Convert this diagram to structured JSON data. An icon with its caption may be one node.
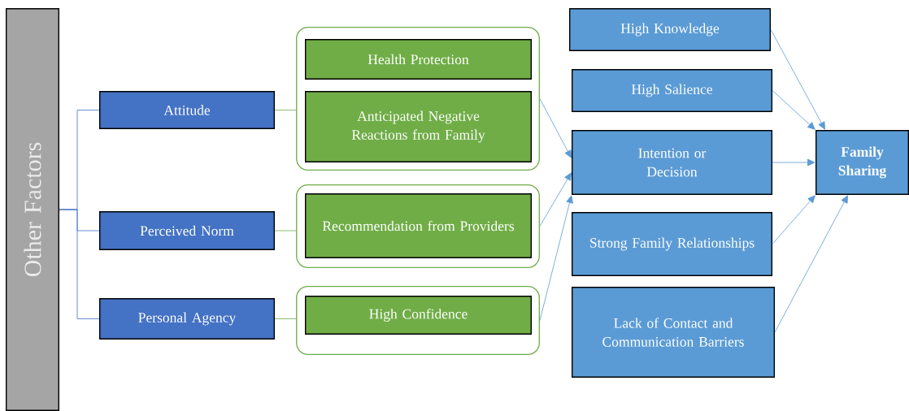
{
  "diagram": {
    "nodes": [
      {
        "text": [
          "Other Factors"
        ]
      },
      {
        "text": [
          "Attitude"
        ]
      },
      {
        "text": [
          "Perceived Norm"
        ]
      },
      {
        "text": [
          "Personal Agency"
        ]
      },
      {
        "text": [],
        "shape": "box"
      },
      {
        "text": [
          "Health Protection"
        ],
        "in": 4
      },
      {
        "text": [
          "Anticipated Negative Reactions from Family"
        ],
        "in": 4
      },
      {
        "text": [],
        "shape": "box"
      },
      {
        "text": [
          "Recommendation from Providers"
        ],
        "in": 7
      },
      {
        "text": [],
        "shape": "box"
      },
      {
        "text": [
          "High Confidence"
        ],
        "in": 9
      },
      {
        "text": [
          "High Knowledge"
        ]
      },
      {
        "text": [
          "High Salience"
        ]
      },
      {
        "text": [
          "Intention or Decision"
        ]
      },
      {
        "text": [
          "Strong Family Relationships"
        ]
      },
      {
        "text": [
          "Lack of Contact and Communication Barriers"
        ]
      },
      {
        "text": [
          "Family Sharing"
        ]
      }
    ],
    "edges": [
      {
        "from": 0,
        "to": 1,
        "arrow": "none",
        "color": "#4472c4"
      },
      {
        "from": 0,
        "to": 2,
        "arrow": "none",
        "color": "#4472c4"
      },
      {
        "from": 0,
        "to": 3,
        "arrow": "none",
        "color": "#4472c4"
      },
      {
        "from": 1,
        "to": 4,
        "arrow": "none",
        "color": "#70ad47"
      },
      {
        "from": 2,
        "to": 7,
        "arrow": "none",
        "color": "#70ad47"
      },
      {
        "from": 3,
        "to": 9,
        "arrow": "none",
        "color": "#70ad47"
      },
      {
        "from": 4,
        "to": 13,
        "arrow": "to"
      },
      {
        "from": 7,
        "to": 13,
        "arrow": "to"
      },
      {
        "from": 9,
        "to": 13,
        "arrow": "to"
      },
      {
        "from": 11,
        "to": 16,
        "arrow": "to"
      },
      {
        "from": 12,
        "to": 16,
        "arrow": "to"
      },
      {
        "from": 13,
        "to": 16,
        "arrow": "to"
      },
      {
        "from": 14,
        "to": 16,
        "arrow": "to"
      },
      {
        "from": 15,
        "to": 16,
        "arrow": "to"
      }
    ]
  }
}
